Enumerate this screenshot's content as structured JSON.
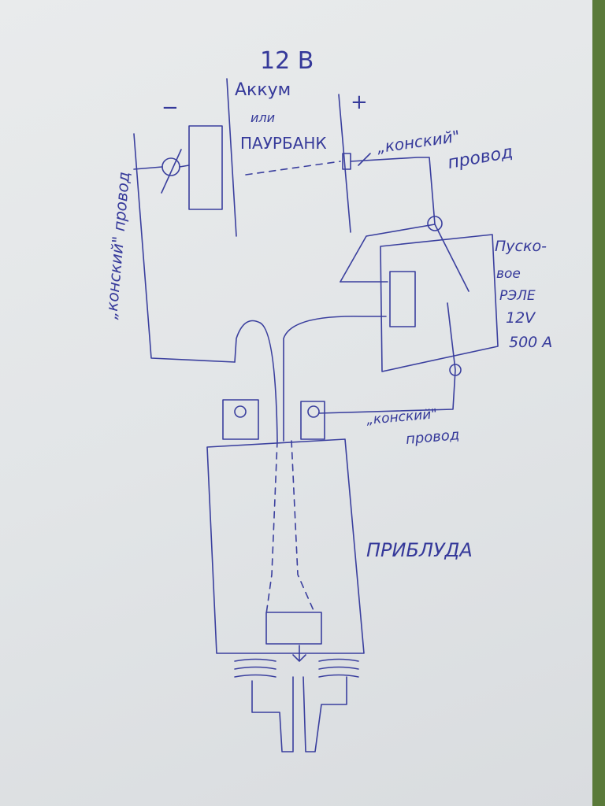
{
  "battery": {
    "voltage": "12 В",
    "title_line1": "Аккум",
    "title_line2": "или",
    "title_line3": "ПАУРБАНК",
    "minus": "−",
    "plus": "+"
  },
  "wires": {
    "left_label": "„конский\" провод",
    "top_right_line1": "„конский\"",
    "top_right_line2": "провод",
    "bottom_line1": "„конский\"",
    "bottom_line2": "провод"
  },
  "relay": {
    "line1": "Пуско-",
    "line2": "вое",
    "line3": "РЭЛЕ",
    "line4": "12V",
    "line5": "500 A"
  },
  "device": {
    "label": "ПРИБЛУДА"
  }
}
